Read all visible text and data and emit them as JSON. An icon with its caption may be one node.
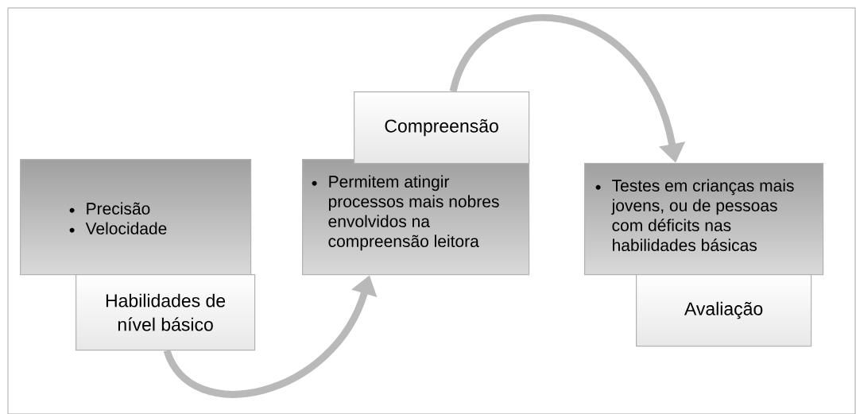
{
  "diagram": {
    "nodes": [
      {
        "text": [
          "Precisão",
          "Velocidade"
        ]
      },
      {
        "text": [
          "Habilidades de nível básico"
        ]
      },
      {
        "text": [
          "Compreensão"
        ]
      },
      {
        "text": [
          "Permitem atingir processos mais nobres envolvidos na compreensão leitora"
        ]
      },
      {
        "text": [
          "Testes em crianças mais jovens, ou de pessoas com déficits nas habilidades básicas"
        ]
      },
      {
        "text": [
          "Avaliação"
        ]
      }
    ],
    "edges": [
      {
        "from": 1,
        "to": 3,
        "arrow": "to"
      },
      {
        "from": 2,
        "to": 4,
        "arrow": "to"
      }
    ]
  }
}
